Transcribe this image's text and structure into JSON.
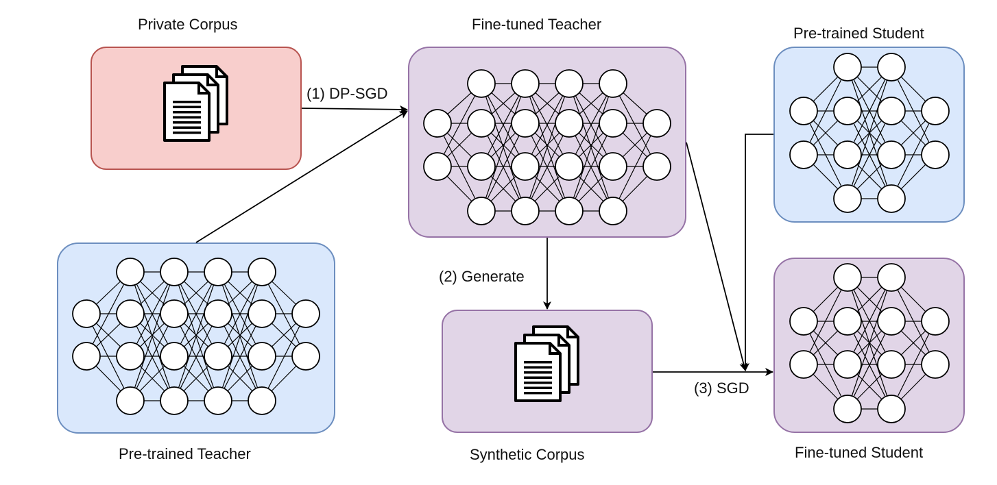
{
  "nodes": {
    "private_corpus": {
      "title": "Private Corpus",
      "fill": "#f8cecc",
      "stroke": "#b85450",
      "content": "document-stack-icon"
    },
    "fine_tuned_teacher": {
      "title": "Fine-tuned Teacher",
      "fill": "#e1d5e7",
      "stroke": "#9673a6",
      "content": "neural-network"
    },
    "pre_trained_teacher": {
      "title": "Pre-trained Teacher",
      "fill": "#dae8fc",
      "stroke": "#6c8ebf",
      "content": "neural-network"
    },
    "synthetic_corpus": {
      "title": "Synthetic Corpus",
      "fill": "#e1d5e7",
      "stroke": "#9673a6",
      "content": "document-stack-icon"
    },
    "pre_trained_student": {
      "title": "Pre-trained Student",
      "fill": "#dae8fc",
      "stroke": "#6c8ebf",
      "content": "neural-network"
    },
    "fine_tuned_student": {
      "title": "Fine-tuned Student",
      "fill": "#e1d5e7",
      "stroke": "#9673a6",
      "content": "neural-network"
    }
  },
  "edges": {
    "dp_sgd": {
      "label": "(1) DP-SGD"
    },
    "generate": {
      "label": "(2) Generate"
    },
    "sgd": {
      "label": "(3) SGD"
    }
  }
}
